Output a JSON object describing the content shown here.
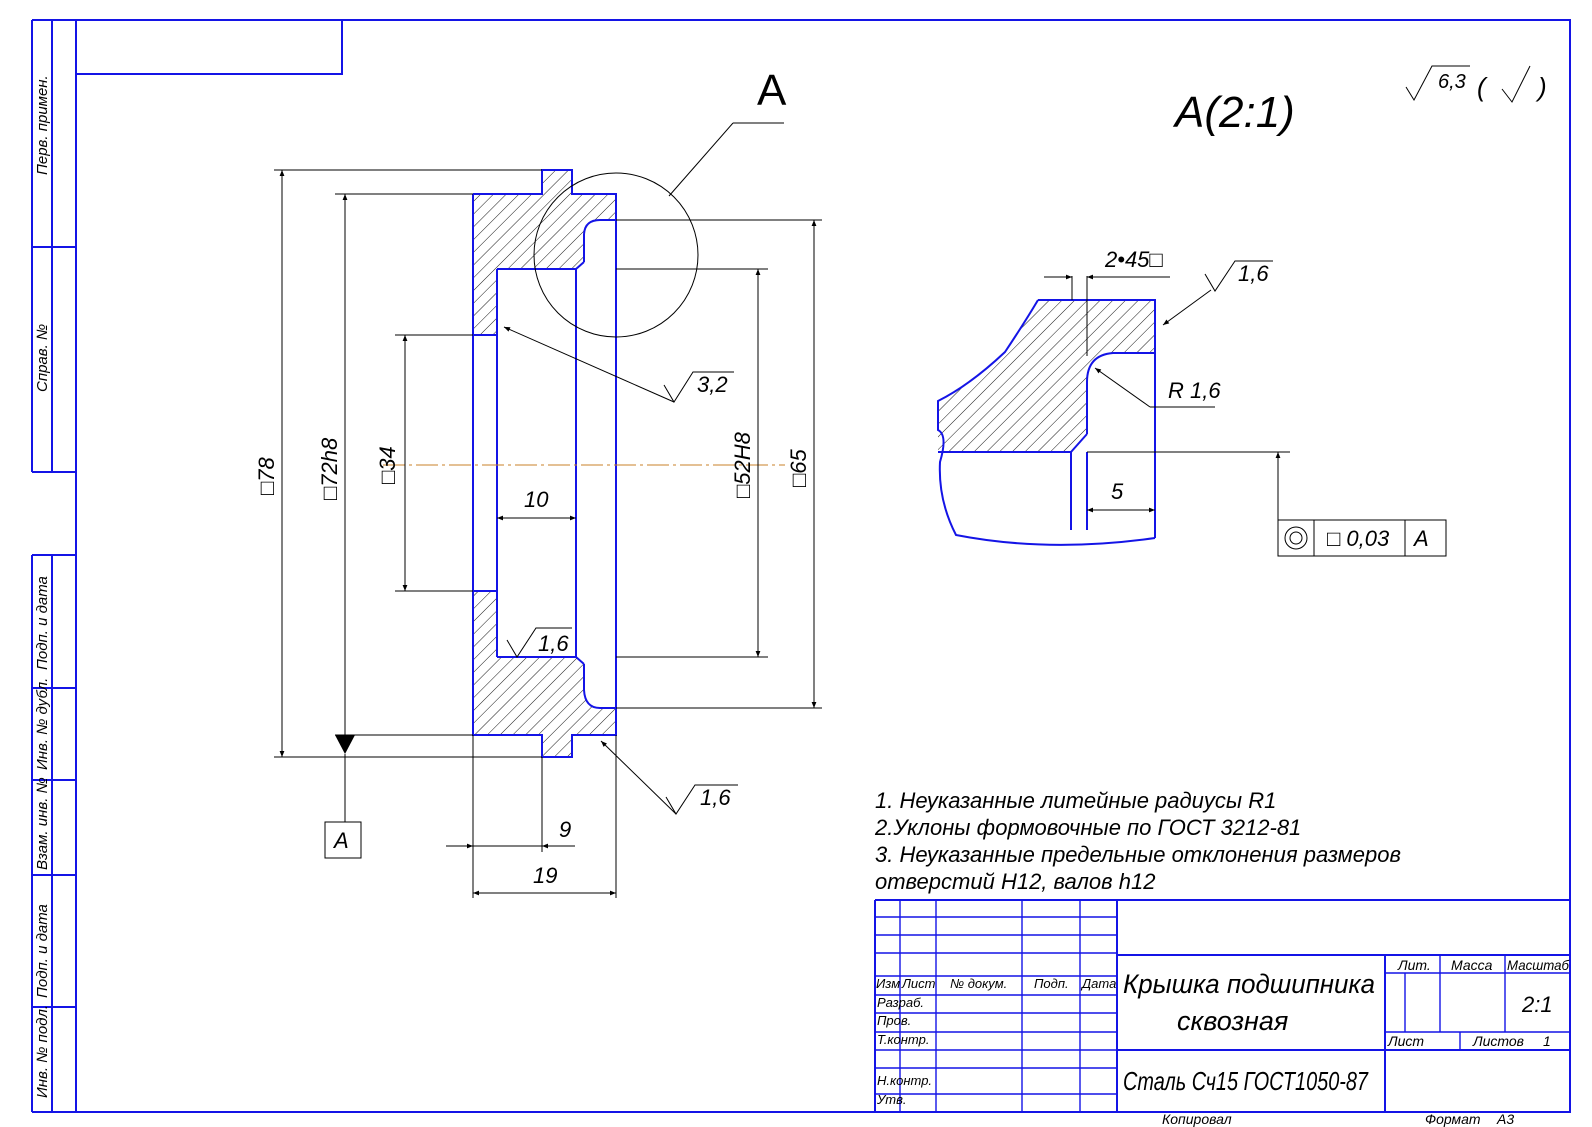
{
  "side_stamp": {
    "perv_primen": "Перв. примен.",
    "sprav_no": "Справ. №",
    "podp_data_1": "Подп. и дата",
    "inv_dubl": "Инв. № дубл.",
    "vzam_inv": "Взам. инв. №",
    "podp_data_2": "Подп. и дата",
    "inv_podl": "Инв. № подл."
  },
  "view_label": "А",
  "detail_title": "А(2:1)",
  "roughness_general": {
    "value": "6,3",
    "bracket_open": "(",
    "bracket_close": ")"
  },
  "dimensions": {
    "d78": "□78",
    "d72h8": "□72h8",
    "d34": "□34",
    "d52H8": "□52H8",
    "d65": "□65",
    "len10": "10",
    "len9": "9",
    "len19": "19",
    "rough_3_2": "3,2",
    "rough_1_6_inner": "1,6",
    "rough_1_6_bottom": "1,6"
  },
  "datum_label": "А",
  "detail": {
    "chamfer": "2•45□",
    "rough": "1,6",
    "radius": "R 1,6",
    "len5": "5",
    "tolerance_value": "□ 0,03",
    "tolerance_datum": "А"
  },
  "notes": [
    "1. Неуказанные литейные радиусы R1",
    "2.Уклоны формовочные по ГОСТ 3212-81",
    "3. Неуказанные предельные отклонения размеров",
    "отверстий Н12, валов h12"
  ],
  "title_block": {
    "col_izm": "Изм",
    "col_list": "Лист",
    "col_docum": "№ докум.",
    "col_podp": "Подп.",
    "col_data": "Дата",
    "razrab": "Разраб.",
    "prov": "Пров.",
    "tkontr": "Т.контр.",
    "nkontr": "Н.контр.",
    "utv": "Утв.",
    "name_line1": "Крышка подшипника",
    "name_line2": "сквозная",
    "material": "Сталь Сч15 ГОСТ1050-87",
    "lit": "Лит.",
    "massa": "Масса",
    "masshtab": "Масштаб",
    "scale_value": "2:1",
    "list": "Лист",
    "listov": "Листов",
    "listov_value": "1",
    "kopiroval": "Копировал",
    "format": "Формат",
    "format_value": "А3"
  }
}
